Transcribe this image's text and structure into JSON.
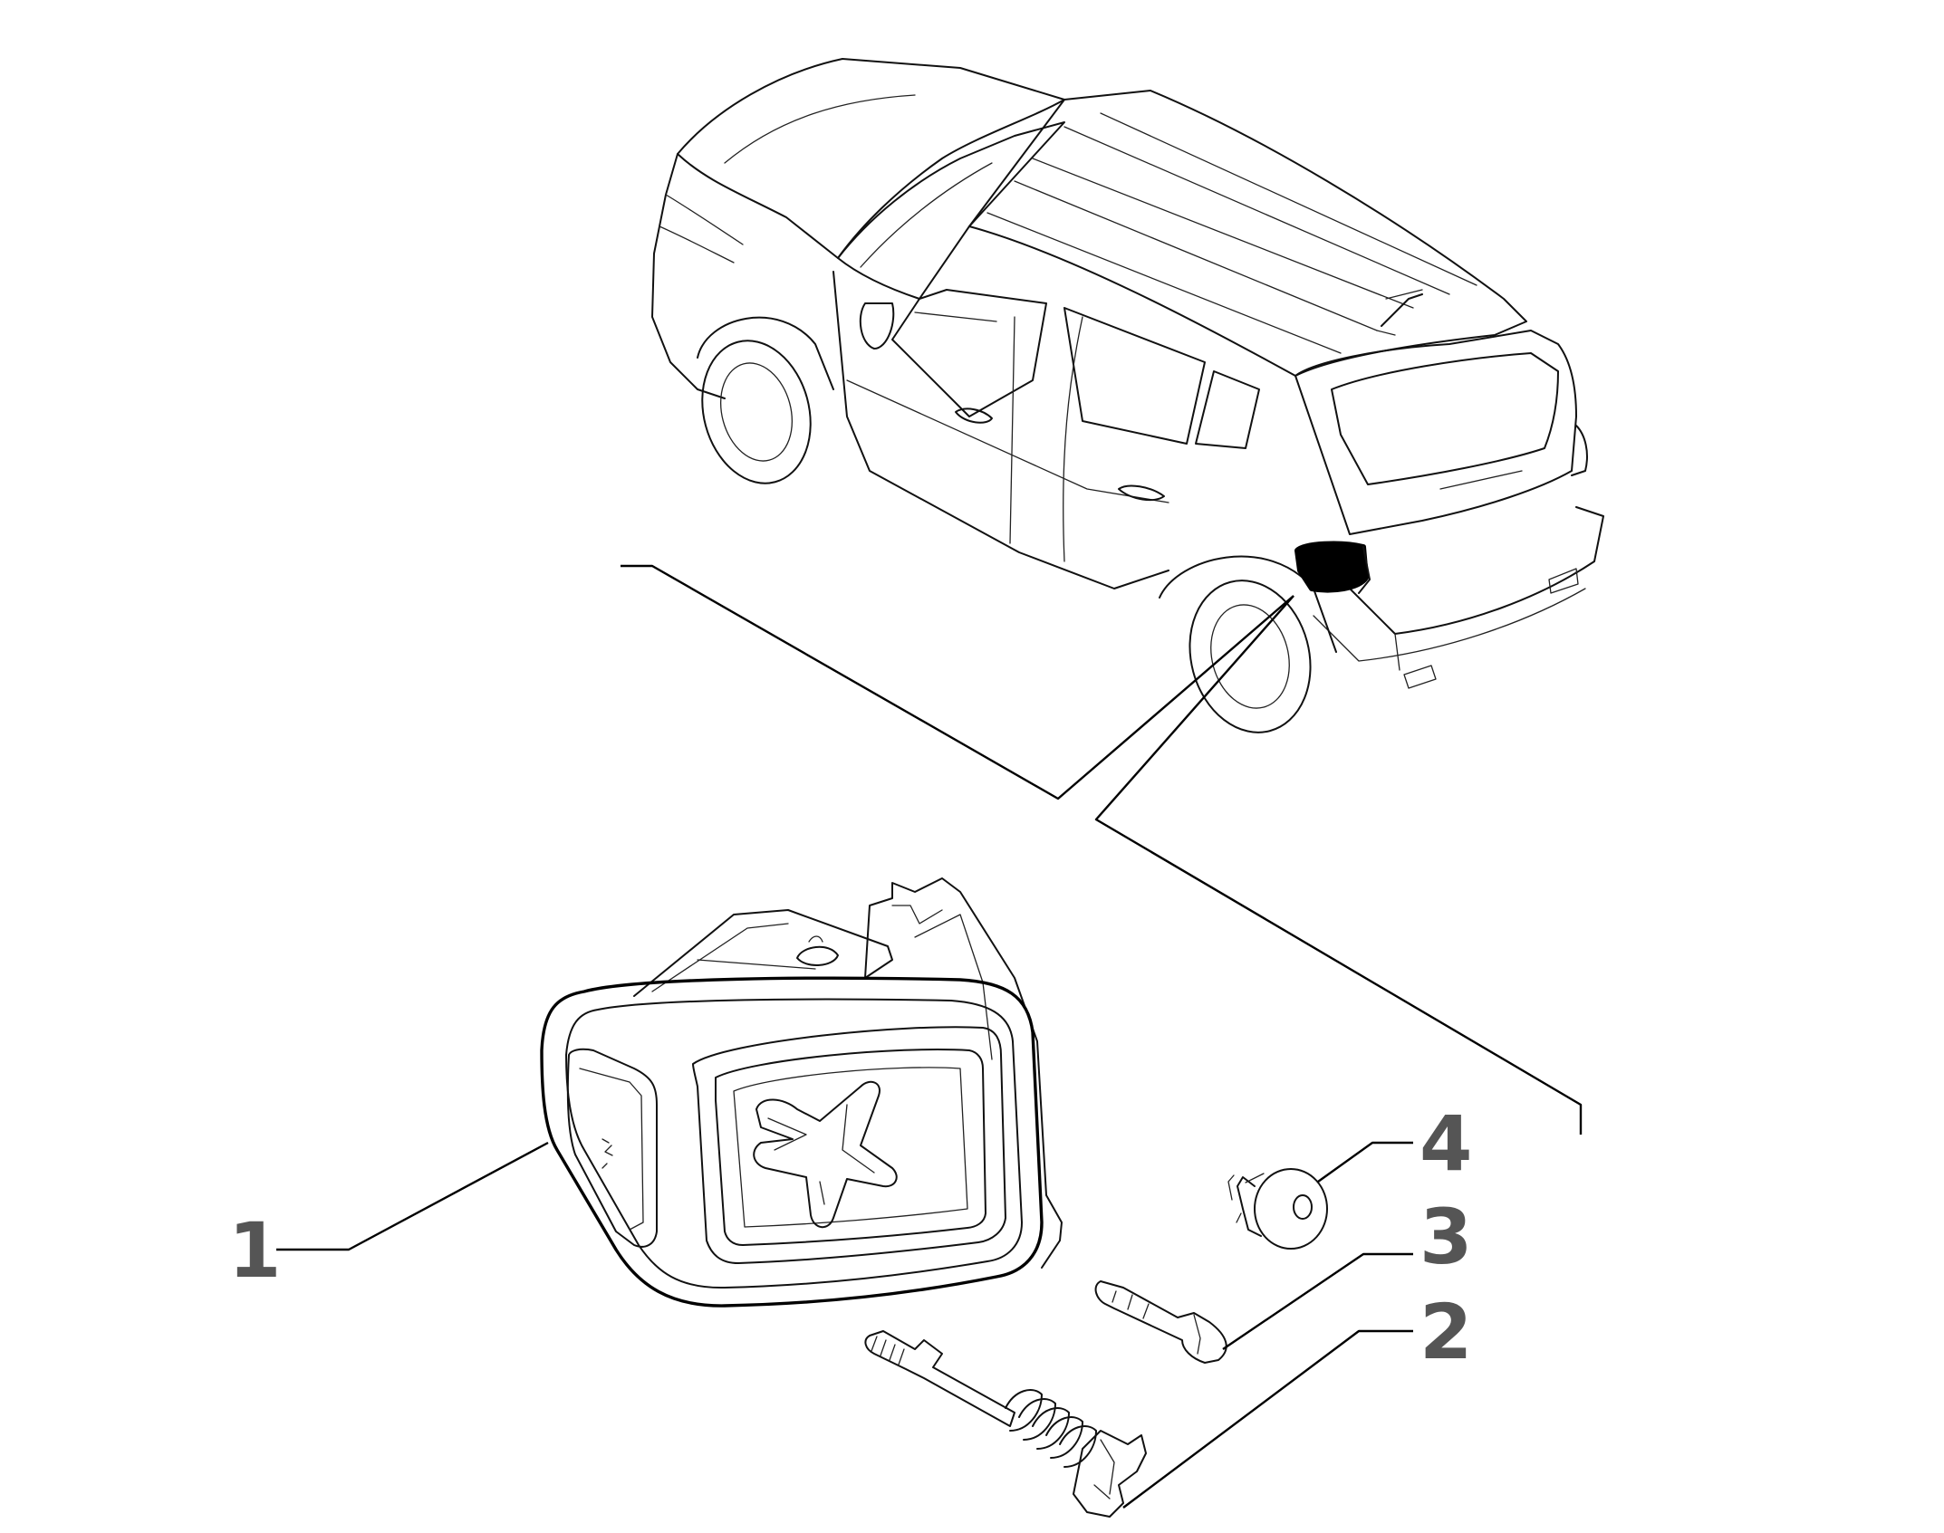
{
  "diagram": {
    "callouts": [
      {
        "id": "1",
        "label": "1"
      },
      {
        "id": "2",
        "label": "2"
      },
      {
        "id": "3",
        "label": "3"
      },
      {
        "id": "4",
        "label": "4"
      }
    ],
    "colors": {
      "line": "#111111",
      "callout_text": "#555555",
      "highlight": "#000000",
      "background": "#ffffff"
    }
  }
}
